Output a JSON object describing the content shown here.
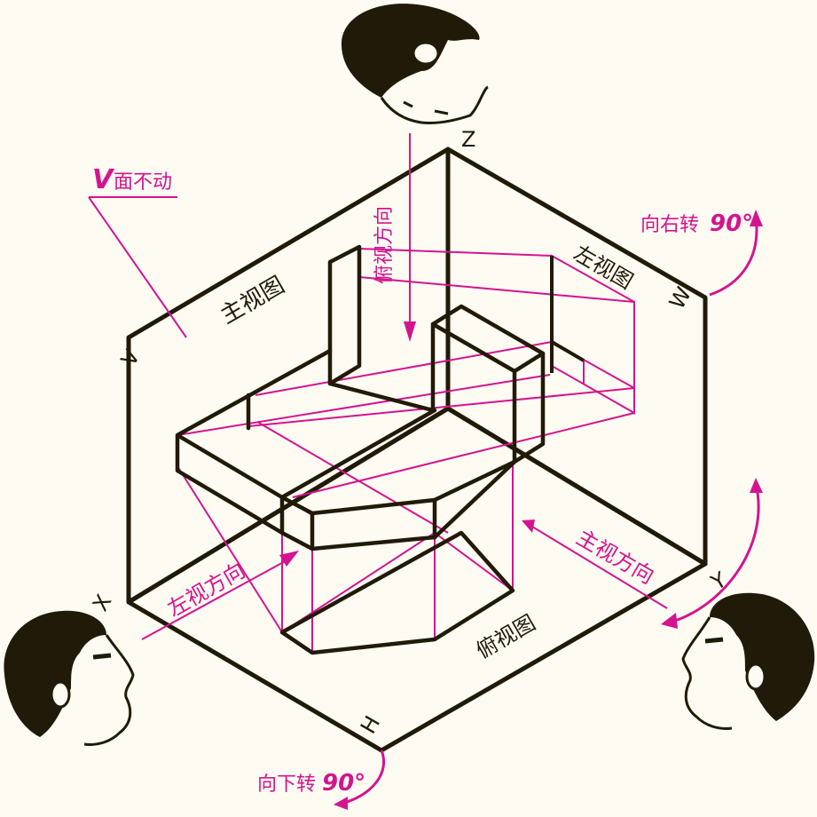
{
  "labels": {
    "v_fixed_v": "V",
    "v_fixed_rest": "面不动",
    "main_view": "主视图",
    "left_view": "左视图",
    "top_view": "俯视图",
    "top_view_dir": "俯视方向",
    "main_view_dir": "主视方向",
    "left_view_dir": "左视方向",
    "rotate_right": "向右转",
    "rotate_right_deg": "90°",
    "rotate_down": "向下转",
    "rotate_down_deg": "90°"
  },
  "axes": {
    "z": "Z",
    "w": "W",
    "v": "V",
    "x": "X",
    "y": "Y",
    "h": "H"
  },
  "colors": {
    "outline": "#221a08",
    "projection": "#d4148f",
    "background": "#fdfbf2"
  },
  "icons": [
    "observer-head-top-icon",
    "observer-head-left-icon",
    "observer-head-right-icon"
  ]
}
